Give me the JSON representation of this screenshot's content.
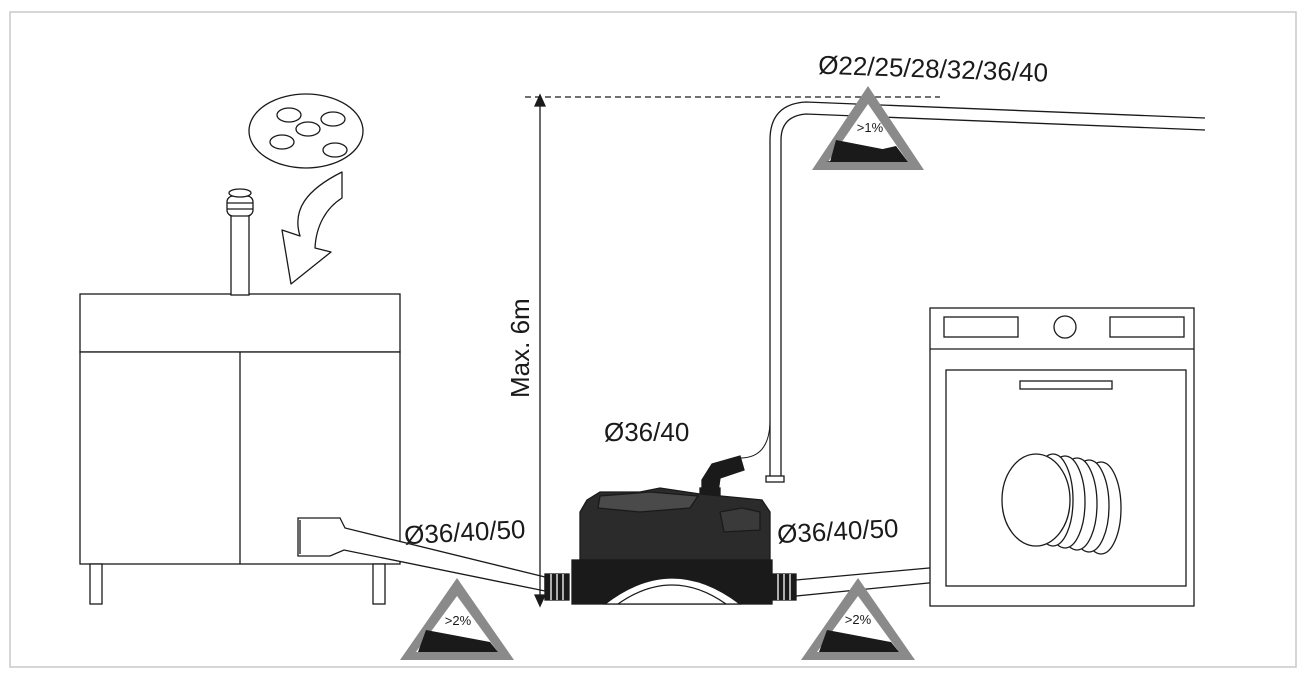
{
  "labels": {
    "discharge_diameters": "Ø22/25/28/32/36/40",
    "max_height": "Max. 6m",
    "pump_top_outlet": "Ø36/40",
    "left_inlet": "Ø36/40/50",
    "right_inlet": "Ø36/40/50"
  },
  "slopes": {
    "discharge": ">1%",
    "left_inlet": ">2%",
    "right_inlet": ">2%"
  },
  "colors": {
    "frame": "#c8c8c8",
    "line": "#1a1a1a",
    "triangle_border": "#8a8a8a",
    "triangle_fill": "#1a1a1a"
  }
}
